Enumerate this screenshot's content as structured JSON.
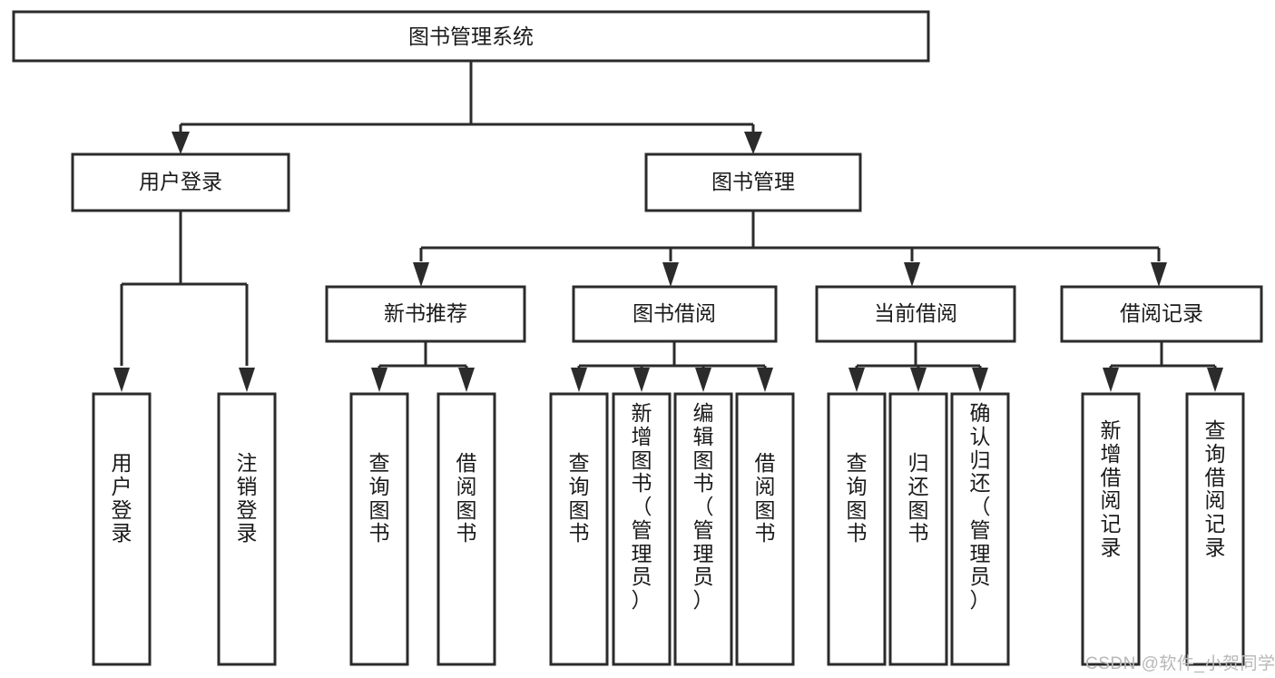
{
  "diagram": {
    "title": "图书管理系统",
    "type": "tree-hierarchy-flowchart",
    "watermark": "CSDN @软件_小贺同学",
    "colors": {
      "background": "#ffffff",
      "node_fill": "#ffffff",
      "node_stroke": "#2b2b2b",
      "connector": "#2b2b2b",
      "label_text": "#1a1a1a",
      "watermark_text": "#b8b8b8"
    },
    "root": {
      "id": "root",
      "label": "图书管理系统",
      "orientation": "horizontal"
    },
    "level2": [
      {
        "id": "user-login",
        "label": "用户登录",
        "orientation": "horizontal"
      },
      {
        "id": "book-management",
        "label": "图书管理",
        "orientation": "horizontal"
      }
    ],
    "level3": [
      {
        "id": "new-book-recommend",
        "label": "新书推荐",
        "orientation": "horizontal",
        "parent": "book-management"
      },
      {
        "id": "book-borrow",
        "label": "图书借阅",
        "orientation": "horizontal",
        "parent": "book-management"
      },
      {
        "id": "current-borrow",
        "label": "当前借阅",
        "orientation": "horizontal",
        "parent": "book-management"
      },
      {
        "id": "borrow-record",
        "label": "借阅记录",
        "orientation": "horizontal",
        "parent": "book-management"
      }
    ],
    "leaves": [
      {
        "id": "leaf-user-login",
        "label": "用户登录",
        "orientation": "vertical",
        "parent": "user-login"
      },
      {
        "id": "leaf-logout",
        "label": "注销登录",
        "orientation": "vertical",
        "parent": "user-login"
      },
      {
        "id": "leaf-query-books-1",
        "label": "查询图书",
        "orientation": "vertical",
        "parent": "new-book-recommend"
      },
      {
        "id": "leaf-borrow-books-1",
        "label": "借阅图书",
        "orientation": "vertical",
        "parent": "new-book-recommend"
      },
      {
        "id": "leaf-query-books-2",
        "label": "查询图书",
        "orientation": "vertical",
        "parent": "book-borrow"
      },
      {
        "id": "leaf-add-book",
        "label": "新增图书（管理员）",
        "orientation": "vertical",
        "parent": "book-borrow"
      },
      {
        "id": "leaf-edit-book",
        "label": "编辑图书（管理员）",
        "orientation": "vertical",
        "parent": "book-borrow"
      },
      {
        "id": "leaf-borrow-books-2",
        "label": "借阅图书",
        "orientation": "vertical",
        "parent": "book-borrow"
      },
      {
        "id": "leaf-query-books-3",
        "label": "查询图书",
        "orientation": "vertical",
        "parent": "current-borrow"
      },
      {
        "id": "leaf-return-books",
        "label": "归还图书",
        "orientation": "vertical",
        "parent": "current-borrow"
      },
      {
        "id": "leaf-confirm-return",
        "label": "确认归还（管理员）",
        "orientation": "vertical",
        "parent": "current-borrow"
      },
      {
        "id": "leaf-add-record",
        "label": "新增借阅记录",
        "orientation": "vertical",
        "parent": "borrow-record"
      },
      {
        "id": "leaf-query-record",
        "label": "查询借阅记录",
        "orientation": "vertical",
        "parent": "borrow-record"
      }
    ]
  }
}
